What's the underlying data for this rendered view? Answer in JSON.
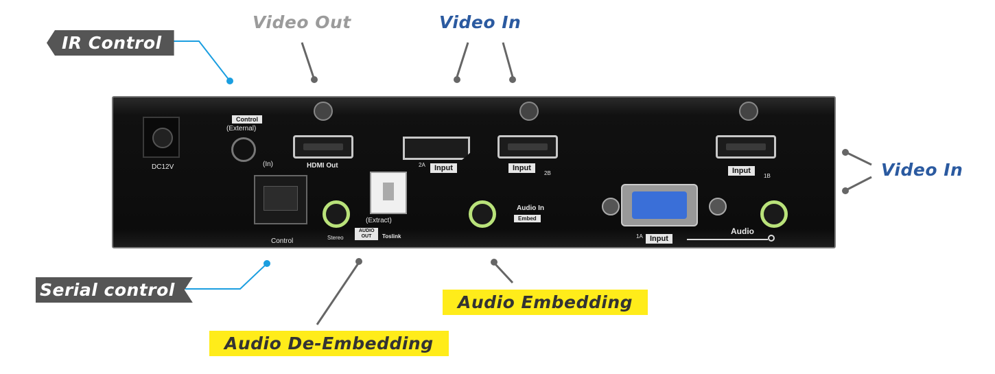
{
  "callouts": {
    "ir_control": "IR Control",
    "video_out": "Video Out",
    "video_in_top": "Video In",
    "video_in_right": "Video In",
    "serial_control": "Serial control",
    "audio_embedding": "Audio Embedding",
    "audio_de_embedding": "Audio De-Embedding"
  },
  "panel_labels": {
    "power": "DC12V",
    "control_external_box": "Control",
    "control_external_sub": "(External)",
    "ir_in": "(In)",
    "hdmi_out": "HDMI Out",
    "input_2a_tag": "2A",
    "input_2a": "Input",
    "input_2b": "Input",
    "input_2b_tag": "2B",
    "input_1b": "Input",
    "input_1b_tag": "1B",
    "serial_control": "Control",
    "extract": "(Extract)",
    "stereo": "Stereo",
    "audio_out": "AUDIO OUT",
    "toslink": "Toslink",
    "audio_in": "Audio In",
    "embed": "Embed",
    "input_1a_tag": "1A",
    "input_1a": "Input",
    "audio": "Audio"
  },
  "colors": {
    "callout_line_blue": "#1a9ee0",
    "callout_line_gray": "#666666",
    "highlight_yellow": "#ffec1a",
    "label_blue": "#2b5aa0",
    "label_gray": "#9b9b9b",
    "jack_green": "#b9e27a",
    "vga_blue": "#3a6fd8"
  }
}
